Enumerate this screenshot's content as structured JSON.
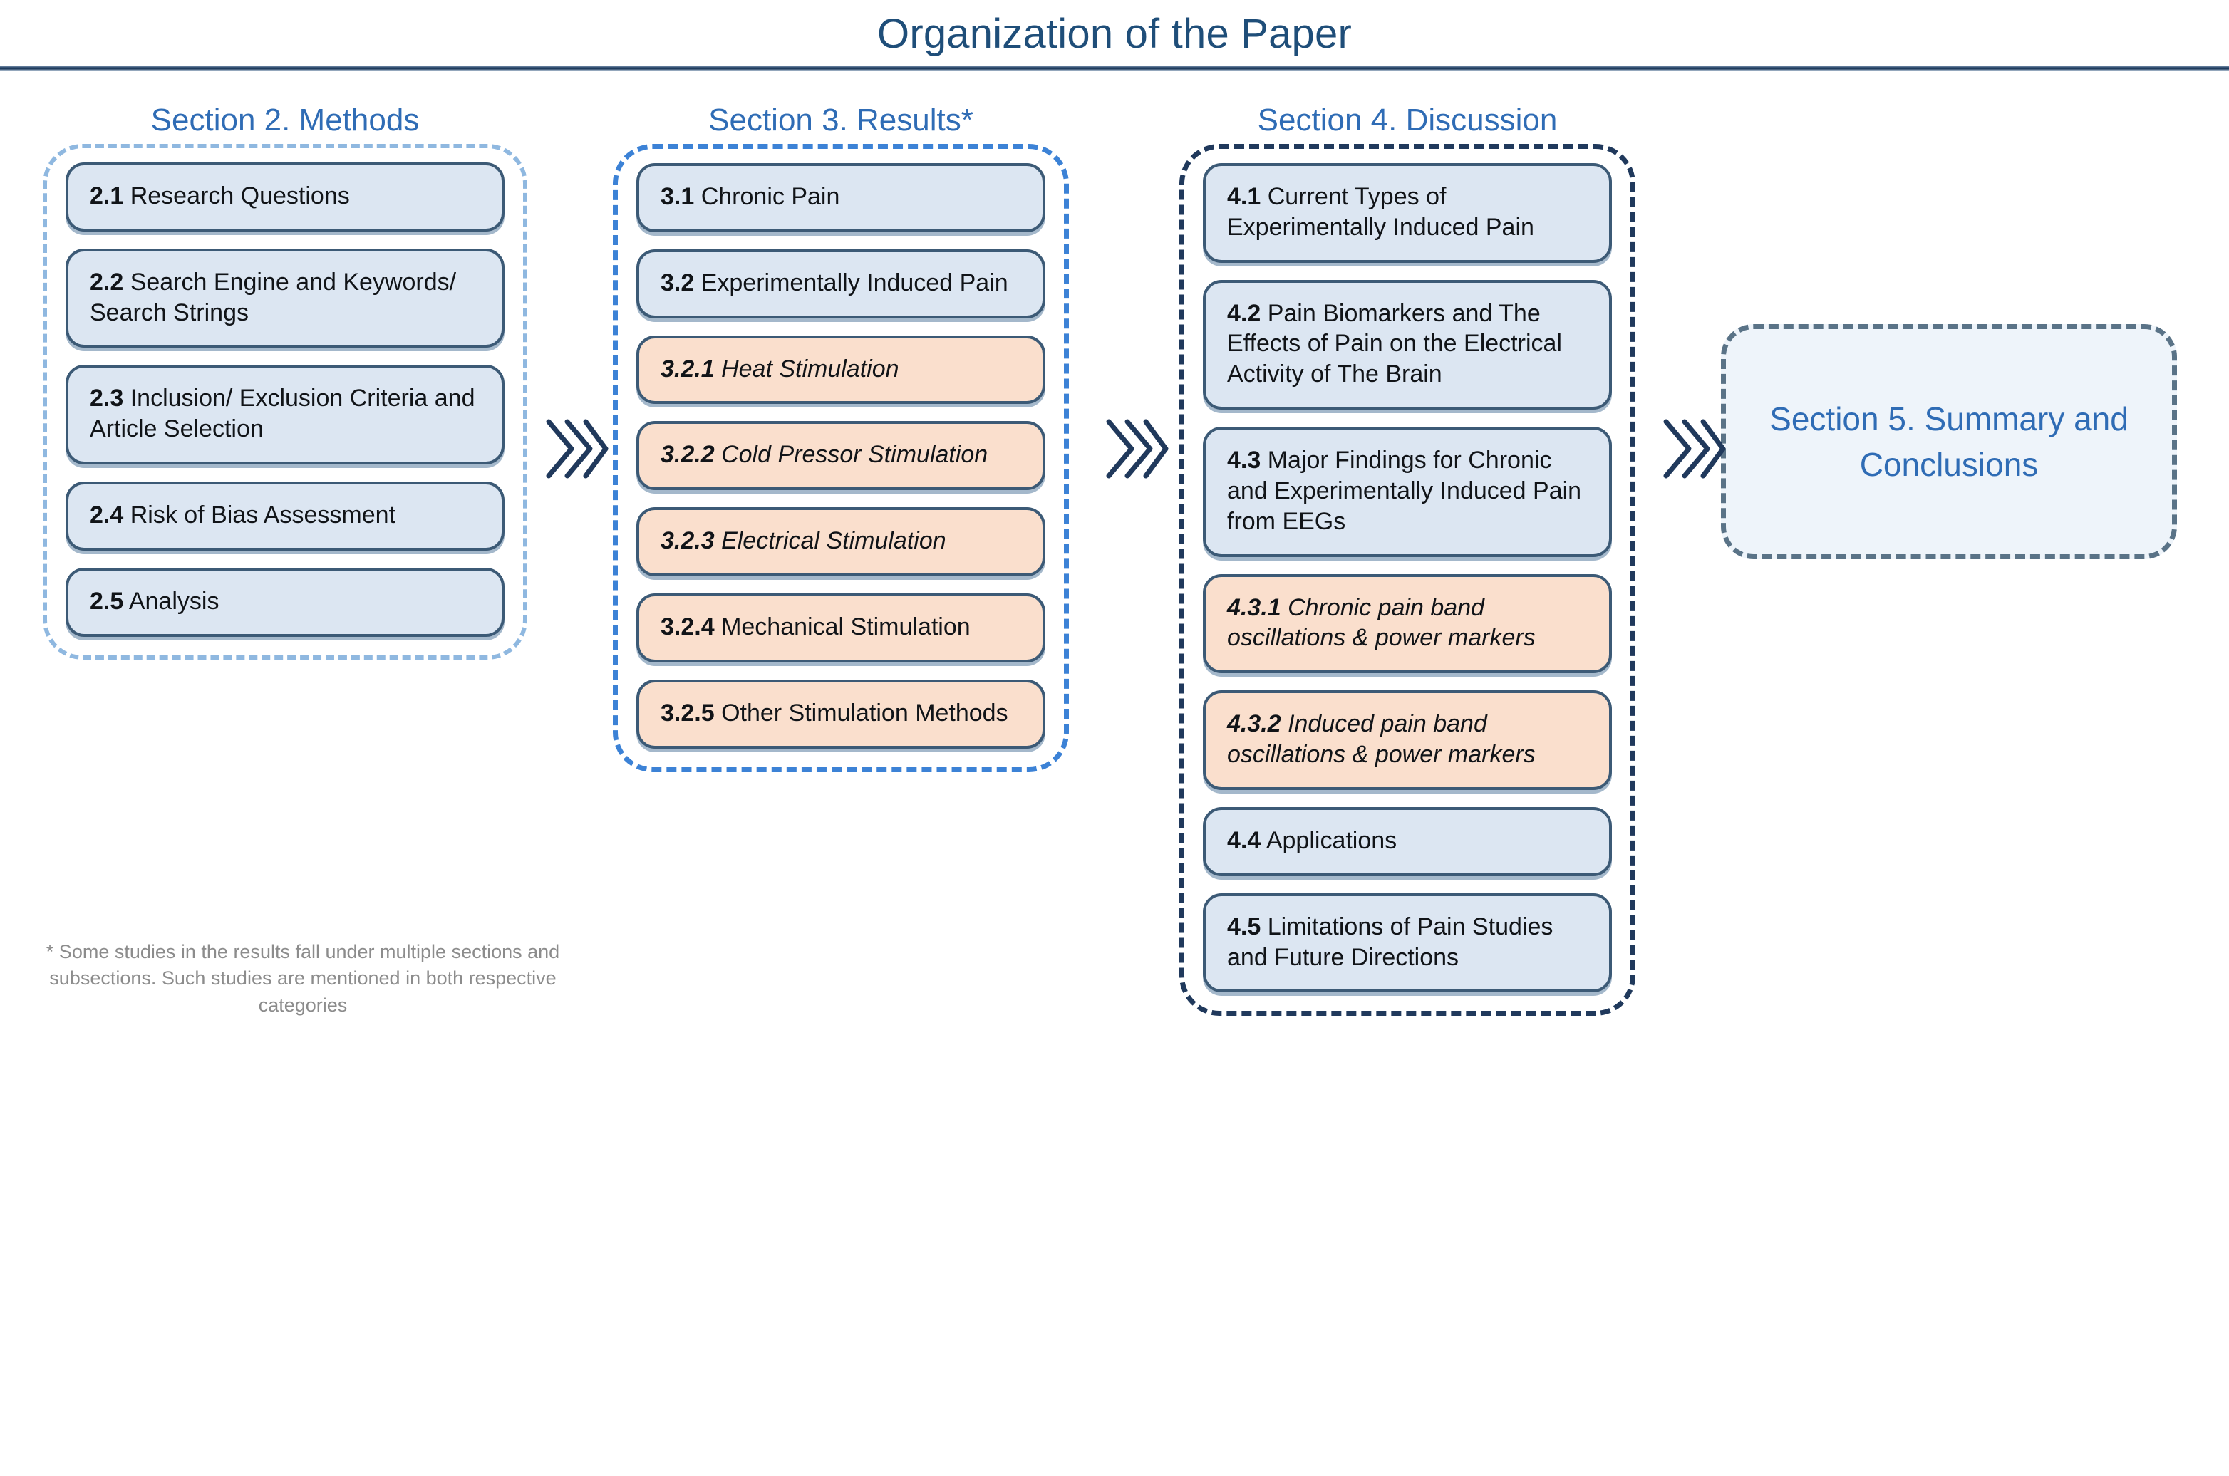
{
  "page": {
    "title": "Organization of the Paper"
  },
  "columns": [
    {
      "id": "methods",
      "heading": "Section 2. Methods",
      "nodes": [
        {
          "num": "2.1",
          "label": " Research Questions",
          "style": "blue",
          "italic": false
        },
        {
          "num": "2.2",
          "label": " Search Engine and Keywords/ Search Strings",
          "style": "blue",
          "italic": false
        },
        {
          "num": "2.3",
          "label": " Inclusion/ Exclusion Criteria and Article Selection",
          "style": "blue",
          "italic": false
        },
        {
          "num": "2.4",
          "label": " Risk of Bias Assessment",
          "style": "blue",
          "italic": false
        },
        {
          "num": "2.5",
          "label": " Analysis",
          "style": "blue",
          "italic": false
        }
      ],
      "footnote": "* Some studies in the results fall under multiple sections and subsections. Such studies are mentioned in both respective categories"
    },
    {
      "id": "results",
      "heading": "Section 3. Results*",
      "nodes": [
        {
          "num": "3.1",
          "label": " Chronic Pain",
          "style": "blue",
          "italic": false
        },
        {
          "num": "3.2",
          "label": " Experimentally Induced Pain",
          "style": "blue",
          "italic": false
        },
        {
          "num": "3.2.1",
          "label": " Heat Stimulation",
          "style": "peach",
          "italic": true
        },
        {
          "num": "3.2.2",
          "label": " Cold Pressor Stimulation",
          "style": "peach",
          "italic": true
        },
        {
          "num": "3.2.3",
          "label": " Electrical Stimulation",
          "style": "peach",
          "italic": true
        },
        {
          "num": "3.2.4",
          "label": " Mechanical Stimulation",
          "style": "peach",
          "italic": false
        },
        {
          "num": "3.2.5",
          "label": " Other Stimulation Methods",
          "style": "peach",
          "italic": false
        }
      ]
    },
    {
      "id": "discussion",
      "heading": "Section 4. Discussion",
      "nodes": [
        {
          "num": "4.1",
          "label": " Current Types of Experimentally Induced Pain",
          "style": "blue",
          "italic": false
        },
        {
          "num": "4.2",
          "label": " Pain Biomarkers and The Effects of Pain on the Electrical Activity of The Brain",
          "style": "blue",
          "italic": false
        },
        {
          "num": "4.3",
          "label": " Major Findings for Chronic and Experimentally Induced Pain from EEGs",
          "style": "blue",
          "italic": false
        },
        {
          "num": "4.3.1",
          "label": " Chronic pain band oscillations & power markers",
          "style": "peach",
          "italic": true
        },
        {
          "num": "4.3.2",
          "label": " Induced pain band oscillations & power markers",
          "style": "peach",
          "italic": true
        },
        {
          "num": "4.4",
          "label": " Applications",
          "style": "blue",
          "italic": false
        },
        {
          "num": "4.5",
          "label": " Limitations of Pain Studies and Future Directions",
          "style": "blue",
          "italic": false
        }
      ]
    }
  ],
  "summary": {
    "label": "Section 5. Summary and  Conclusions"
  },
  "connectors": {
    "glyph": "triple-chevron-right-icon",
    "count": 3
  },
  "colors": {
    "title_blue": "#1f4e79",
    "heading_blue": "#2f6cb5",
    "node_blue_fill": "#dce6f2",
    "node_peach_fill": "#fadfcd",
    "node_border": "#3c5a76",
    "group_light_dash": "#8fb8e0",
    "group_mid_dash": "#3c82d6",
    "group_dark_dash": "#20395c",
    "summary_dash": "#5a7387",
    "summary_fill": "#eef4fa",
    "footnote_gray": "#8c8c8c"
  }
}
